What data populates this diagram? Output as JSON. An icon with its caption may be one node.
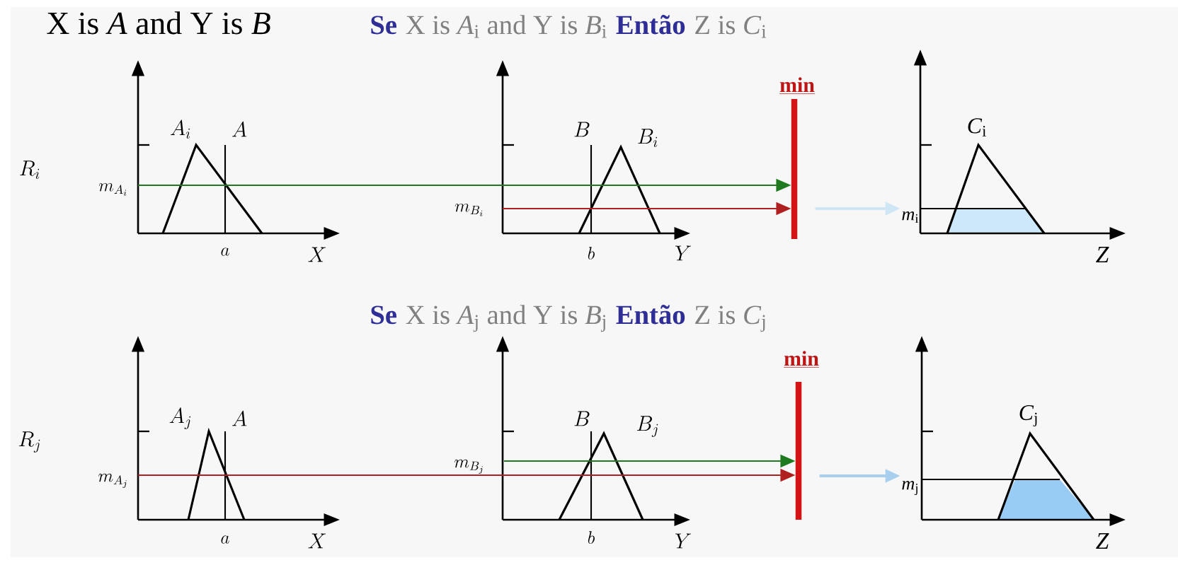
{
  "diagram": {
    "nodes": [
      {
        "text": [
          "min"
        ]
      },
      {
        "text": [
          "*C*$_{i}$"
        ],
        "beside": [
          "*m*$_{i}$",
          "Z"
        ]
      },
      {
        "text": [
          "min"
        ]
      },
      {
        "text": [
          "*C*$_{j}$"
        ],
        "beside": [
          "*m*$_{j}$",
          "Z"
        ]
      }
    ],
    "edges": [
      {
        "from": null,
        "to": 0,
        "arrow": "to",
        "color": "#1f7a1f"
      },
      {
        "from": null,
        "to": 0,
        "arrow": "to",
        "color": "#b02020"
      },
      {
        "from": 0,
        "to": 1,
        "arrow": "to",
        "color": "#cfe6f5"
      },
      {
        "from": null,
        "to": 2,
        "arrow": "to",
        "color": "#1f7a1f"
      },
      {
        "from": null,
        "to": 2,
        "arrow": "to",
        "color": "#b02020"
      },
      {
        "from": 2,
        "to": 3,
        "arrow": "to",
        "color": "#a9cfee"
      }
    ],
    "labels": [
      "X is *A* and Y is *B*",
      "Se",
      "X is *A*$_{i}$ and Y is *B*$_{i}$",
      "Então",
      "Z is *C*$_{i}$",
      "A_i",
      "A",
      "B",
      "B_i",
      "R_i",
      "m_{A_i}",
      "m_{B_i}",
      "a",
      "X",
      "b",
      "Y",
      "Se",
      "X is *A*$_{j}$ and Y is *B*$_{j}$",
      "Então",
      "Z is *C*$_{j}$",
      "A_j",
      "A",
      "B",
      "B_j",
      "R_j",
      "m_{A_j}",
      "m_{B_j}",
      "a",
      "X",
      "b",
      "Y"
    ]
  }
}
